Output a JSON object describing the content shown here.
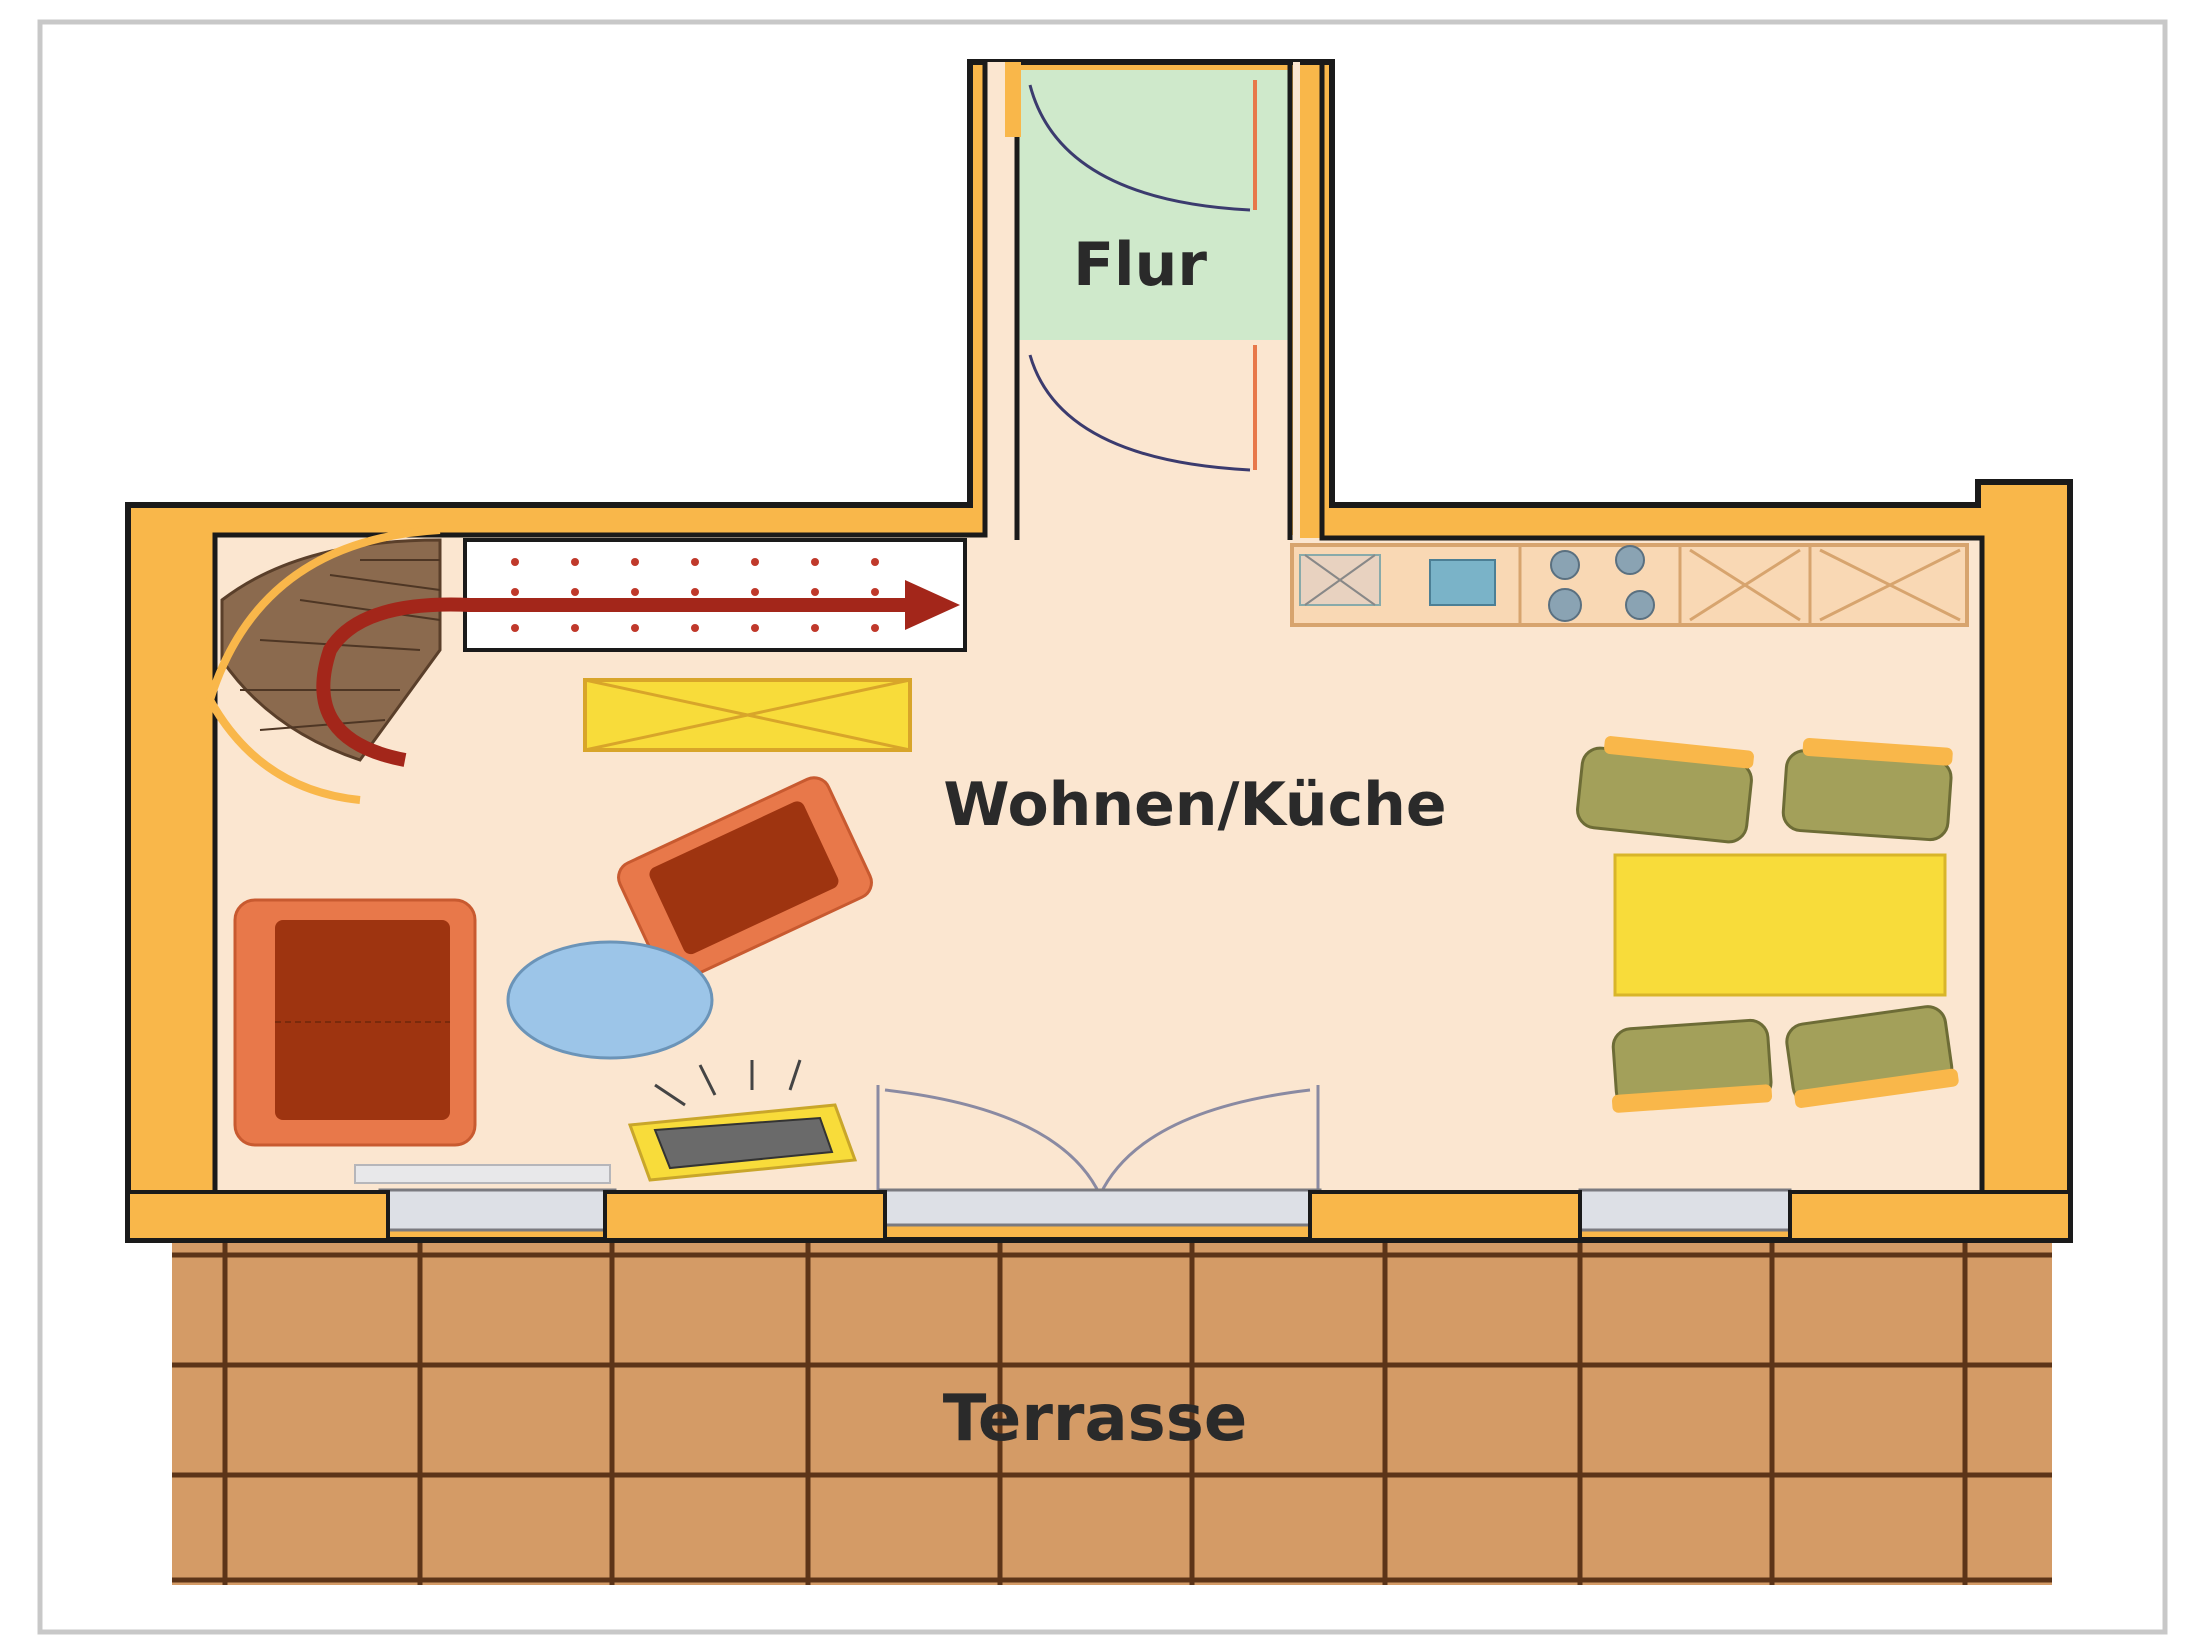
{
  "floor_plan": {
    "rooms": {
      "hallway": "Flur",
      "living_kitchen": "Wohnen/Küche",
      "terrace": "Terrasse"
    },
    "colors": {
      "wall": "#F9B74A",
      "wall_outline": "#1a1a1a",
      "floor": "#FBE6D0",
      "hallway_floor": "#CFE9CB",
      "terrace_tile": "#D49B66",
      "terrace_grout": "#5C3418",
      "stairs": "#8B6A4E",
      "stair_arrow": "#A3261A",
      "sofa_frame": "#E8784A",
      "sofa_cushion": "#9E3410",
      "coffee_table": "#9CC5E8",
      "dining_table": "#F8DC3A",
      "dining_chair": "#A3A05A",
      "kitchen_counter": "#F9D8B4",
      "shelf": "#F8DC3A"
    }
  }
}
